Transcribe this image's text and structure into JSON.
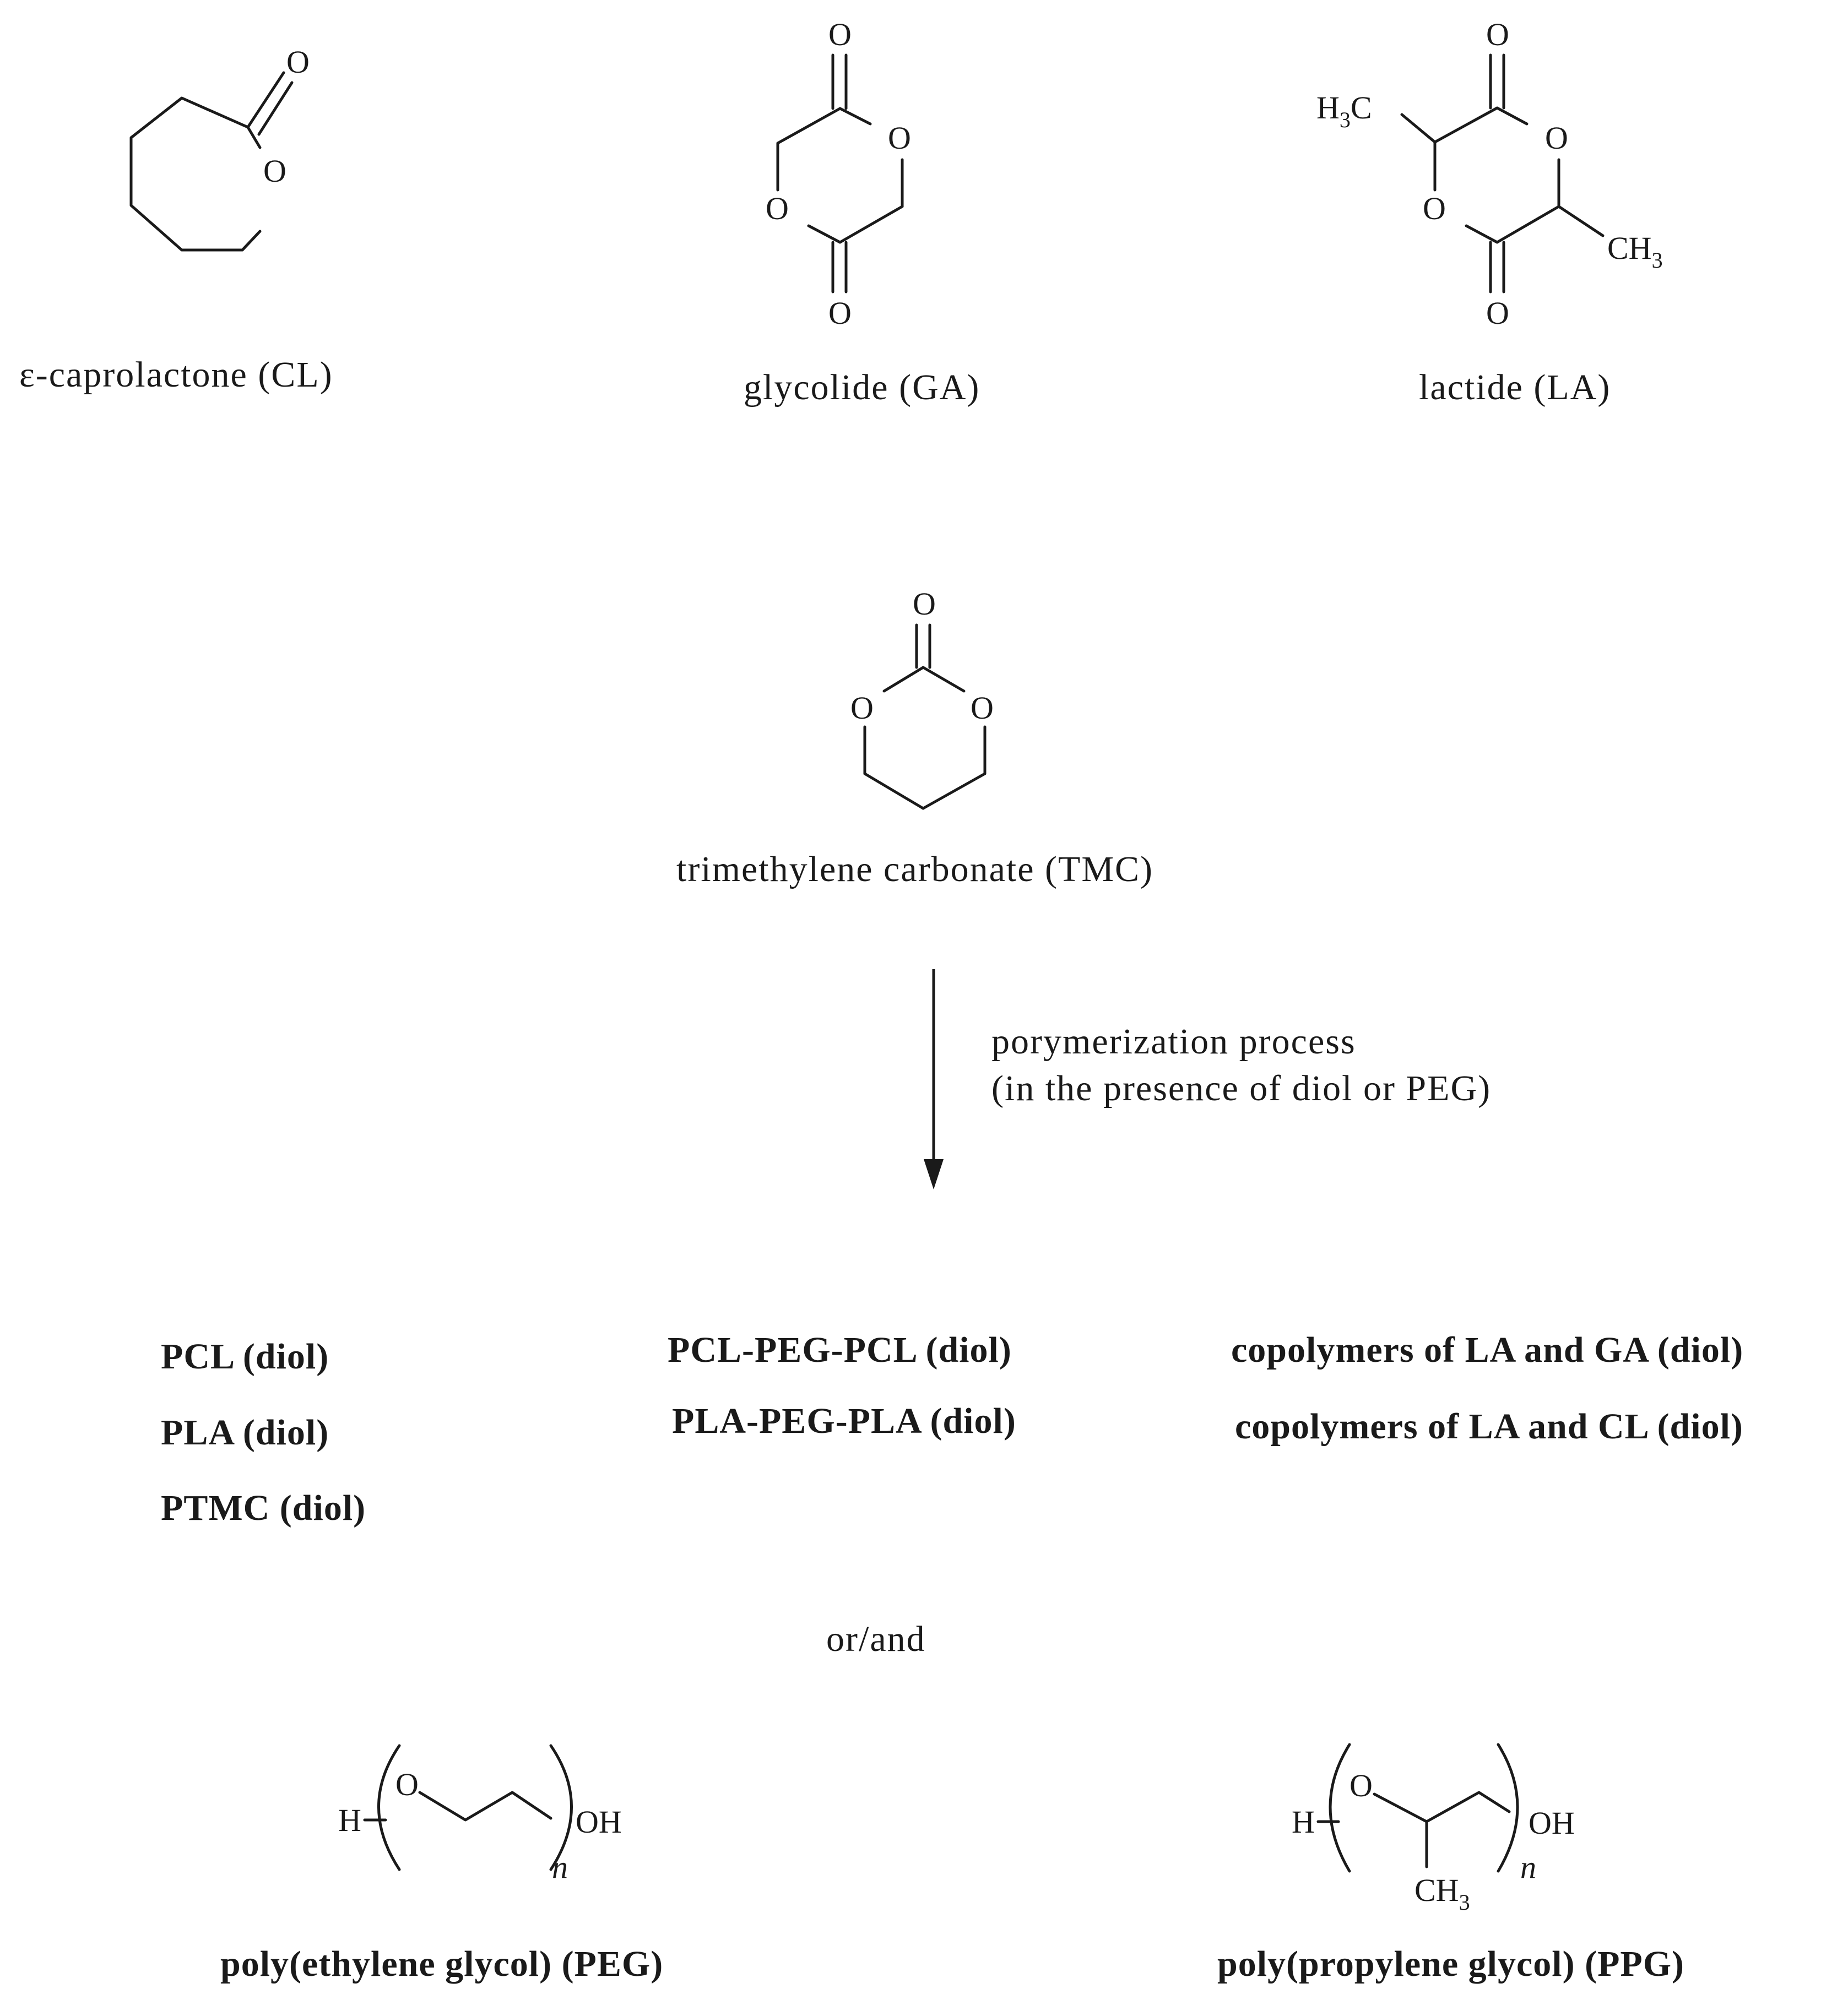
{
  "monomers": {
    "caprolactone": {
      "name": "ε-caprolactone (CL)",
      "ring_o": "O",
      "carbonyl_o": "O"
    },
    "glycolide": {
      "name": "glycolide (GA)",
      "o_top": "O",
      "o_right": "O",
      "o_left": "O",
      "o_bottom": "O"
    },
    "lactide": {
      "name": "lactide (LA)",
      "o_top": "O",
      "o_right": "O",
      "o_left": "O",
      "o_bottom": "O",
      "methyl_left": "H",
      "methyl_left_sub": "3",
      "methyl_left_c": "C",
      "methyl_right": "CH",
      "methyl_right_sub": "3"
    },
    "tmc": {
      "name": "trimethylene carbonate (TMC)",
      "o_top": "O",
      "o_left": "O",
      "o_right": "O"
    }
  },
  "process": {
    "line1": "porymerization process",
    "line2": "(in the presence of diol or PEG)"
  },
  "products": {
    "col1": [
      "PCL (diol)",
      "PLA (diol)",
      "PTMC (diol)"
    ],
    "col2": [
      "PCL-PEG-PCL (diol)",
      "PLA-PEG-PLA (diol)"
    ],
    "col3": [
      "copolymers of LA and GA (diol)",
      "copolymers of LA and CL (diol)"
    ]
  },
  "connector": "or/and",
  "polymers": {
    "peg": {
      "name": "poly(ethylene glycol) (PEG)",
      "h": "H",
      "o": "O",
      "oh": "OH",
      "n": "n"
    },
    "ppg": {
      "name": "poly(propylene glycol) (PPG)",
      "h": "H",
      "o": "O",
      "oh": "OH",
      "n": "n",
      "methyl": "CH",
      "methyl_sub": "3"
    }
  }
}
